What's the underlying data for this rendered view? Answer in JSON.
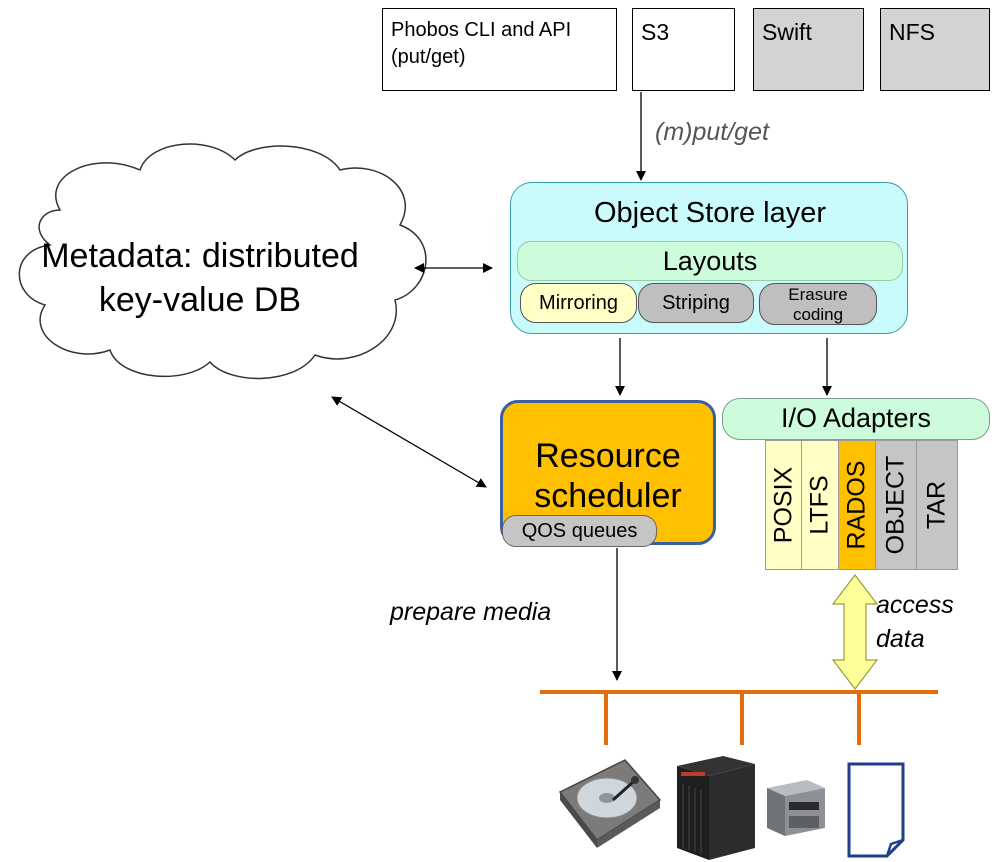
{
  "interfaces": {
    "phobos": "Phobos CLI and API (put/get)",
    "s3": "S3",
    "swift": "Swift",
    "nfs": "NFS"
  },
  "labels": {
    "mput_get": "(m)put/get",
    "prepare_media": "prepare media",
    "access_data": "access data"
  },
  "metadata": {
    "title": "Metadata: distributed key-value DB"
  },
  "object_store": {
    "title": "Object Store layer",
    "layouts": "Layouts",
    "mirroring": "Mirroring",
    "striping": "Striping",
    "erasure": "Erasure coding"
  },
  "scheduler": {
    "title": "Resource scheduler",
    "qos": "QOS queues"
  },
  "io": {
    "title": "I/O Adapters",
    "adapters": [
      "POSIX",
      "LTFS",
      "RADOS",
      "OBJECT",
      "TAR"
    ]
  },
  "colors": {
    "object_store_fill": "#c9fbfd",
    "layouts_fill": "#ccfcdc",
    "scheduler_fill": "#ffc000",
    "scheduler_border": "#3b5fa0",
    "posix_fill": "#ffffc6",
    "rados_fill": "#ffc000",
    "gray_fill": "#c5c5c5",
    "bus_color": "#e46c0a",
    "access_arrow_fill": "#ffff99"
  },
  "media_icons": [
    "hard-disk-icon",
    "tape-library-icon",
    "tape-drive-icon",
    "file-icon"
  ]
}
